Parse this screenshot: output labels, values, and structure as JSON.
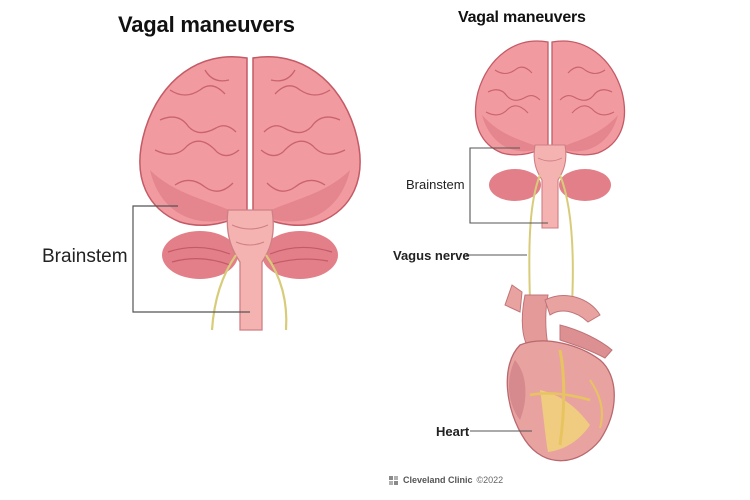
{
  "titles": {
    "left": "Vagal maneuvers",
    "right": "Vagal maneuvers"
  },
  "labels": {
    "brainstem_left": "Brainstem",
    "brainstem_right": "Brainstem",
    "vagus_nerve": "Vagus nerve",
    "heart": "Heart"
  },
  "footer": {
    "brand": "Cleveland Clinic",
    "copyright": "©2022"
  },
  "colors": {
    "brain": "#f19aa0",
    "brain_shadow": "#d9737c",
    "brain_lines": "#c45a66",
    "stem": "#f4b3b0",
    "nerve": "#d8cc7a",
    "heart": "#e8a3a0",
    "heart_fat": "#f0d37a",
    "leader_line": "#555555"
  }
}
